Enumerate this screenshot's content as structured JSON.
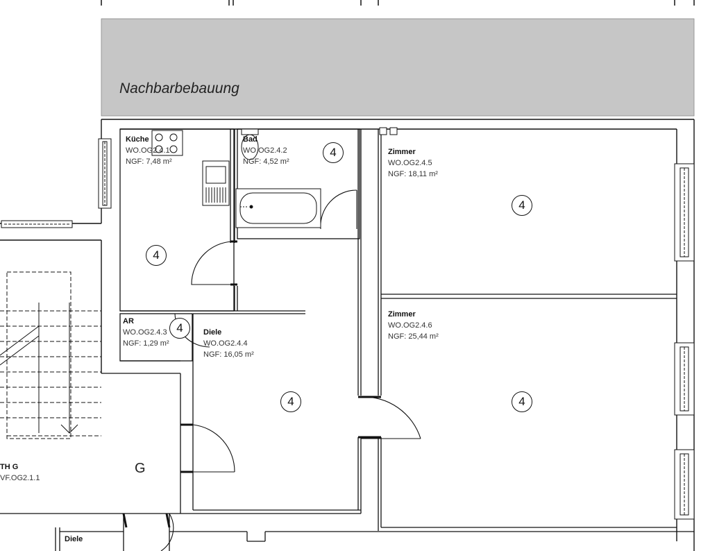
{
  "neighbor": {
    "label": "Nachbarbebauung",
    "fill": "#c6c6c6"
  },
  "rooms": {
    "kueche": {
      "name": "Küche",
      "code": "WO.OG2.4.1",
      "area": "NGF: 7,48 m²"
    },
    "bad": {
      "name": "Bad",
      "code": "WO.OG2.4.2",
      "area": "NGF: 4,52 m²"
    },
    "ar": {
      "name": "AR",
      "code": "WO.OG2.4.3",
      "area": "NGF: 1,29 m²"
    },
    "diele": {
      "name": "Diele",
      "code": "WO.OG2.4.4",
      "area": "NGF: 16,05 m²"
    },
    "zimmer1": {
      "name": "Zimmer",
      "code": "WO.OG2.4.5",
      "area": "NGF: 18,11 m²"
    },
    "zimmer2": {
      "name": "Zimmer",
      "code": "WO.OG2.4.6",
      "area": "NGF: 25,44 m²"
    },
    "treppenhaus": {
      "name": "TH G",
      "code": "VF.OG2.1.1"
    },
    "diele_lower": {
      "name": "Diele"
    }
  },
  "zone_marker": "4",
  "building_letter": "G",
  "colors": {
    "wall": "#111111",
    "hatch": "#555555"
  }
}
